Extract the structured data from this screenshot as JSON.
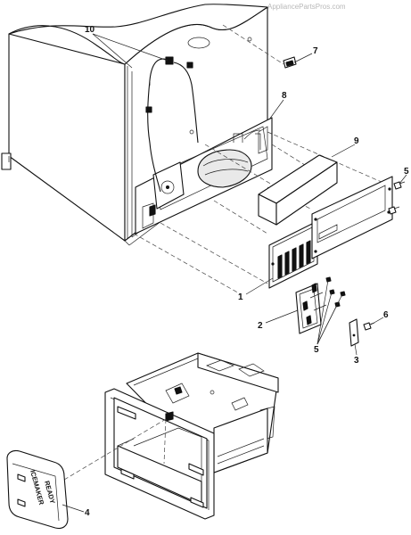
{
  "watermark": "AppliancePartsPros.com",
  "callouts": {
    "c1": "1",
    "c2": "2",
    "c3": "3",
    "c4": "4",
    "c5a": "5",
    "c5b": "5",
    "c6": "6",
    "c7": "7",
    "c8": "8",
    "c9": "9",
    "c10": "10"
  },
  "icemaker_cover": {
    "line1": "ICEMAKER",
    "line2": "READY"
  }
}
